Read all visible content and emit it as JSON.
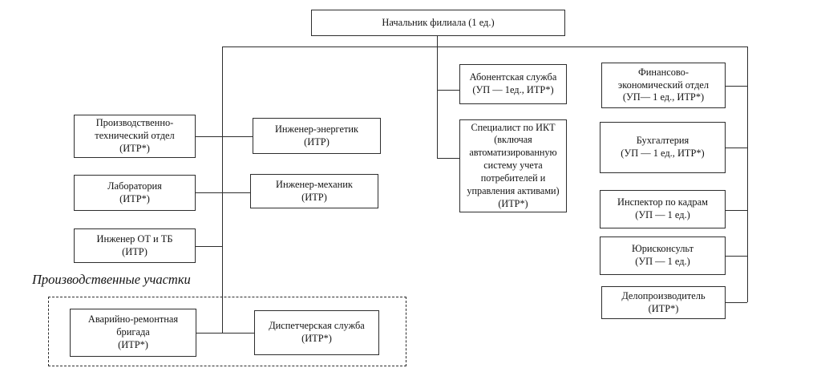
{
  "colors": {
    "line": "#2d2d2d",
    "box_border": "#2d2d2d",
    "background": "#ffffff",
    "text": "#141414"
  },
  "section_label": "Производственные участки",
  "nodes": {
    "head": {
      "label": "Начальник филиала (1 ед.)"
    },
    "pto": {
      "label": "Производственно-\nтехнический отдел\n(ИТР*)"
    },
    "lab": {
      "label": "Лаборатория\n(ИТР*)"
    },
    "ot_tb": {
      "label": "Инженер ОТ и ТБ\n(ИТР)"
    },
    "energetik": {
      "label": "Инженер-энергетик\n(ИТР)"
    },
    "mekhanik": {
      "label": "Инженер-механик\n(ИТР)"
    },
    "avariyno": {
      "label": "Аварийно-ремонтная\nбригада\n(ИТР*)"
    },
    "dispetcher": {
      "label": "Диспетчерская служба\n(ИТР*)"
    },
    "abonent": {
      "label": "Абонентская служба\n(УП — 1ед., ИТР*)"
    },
    "ikt": {
      "label": "Специалист по ИКТ\n(включая\nавтоматизированную\nсистему учета\nпотребителей и\nуправления активами)\n(ИТР*)"
    },
    "fin": {
      "label": "Финансово-\nэкономический отдел\n(УП— 1 ед., ИТР*)"
    },
    "buh": {
      "label": "Бухгалтерия\n(УП — 1 ед., ИТР*)"
    },
    "inspektor": {
      "label": "Инспектор по кадрам\n(УП — 1 ед.)"
    },
    "jurist": {
      "label": "Юрисконсульт\n(УП — 1 ед.)"
    },
    "delo": {
      "label": "Делопроизводитель\n(ИТР*)"
    }
  }
}
